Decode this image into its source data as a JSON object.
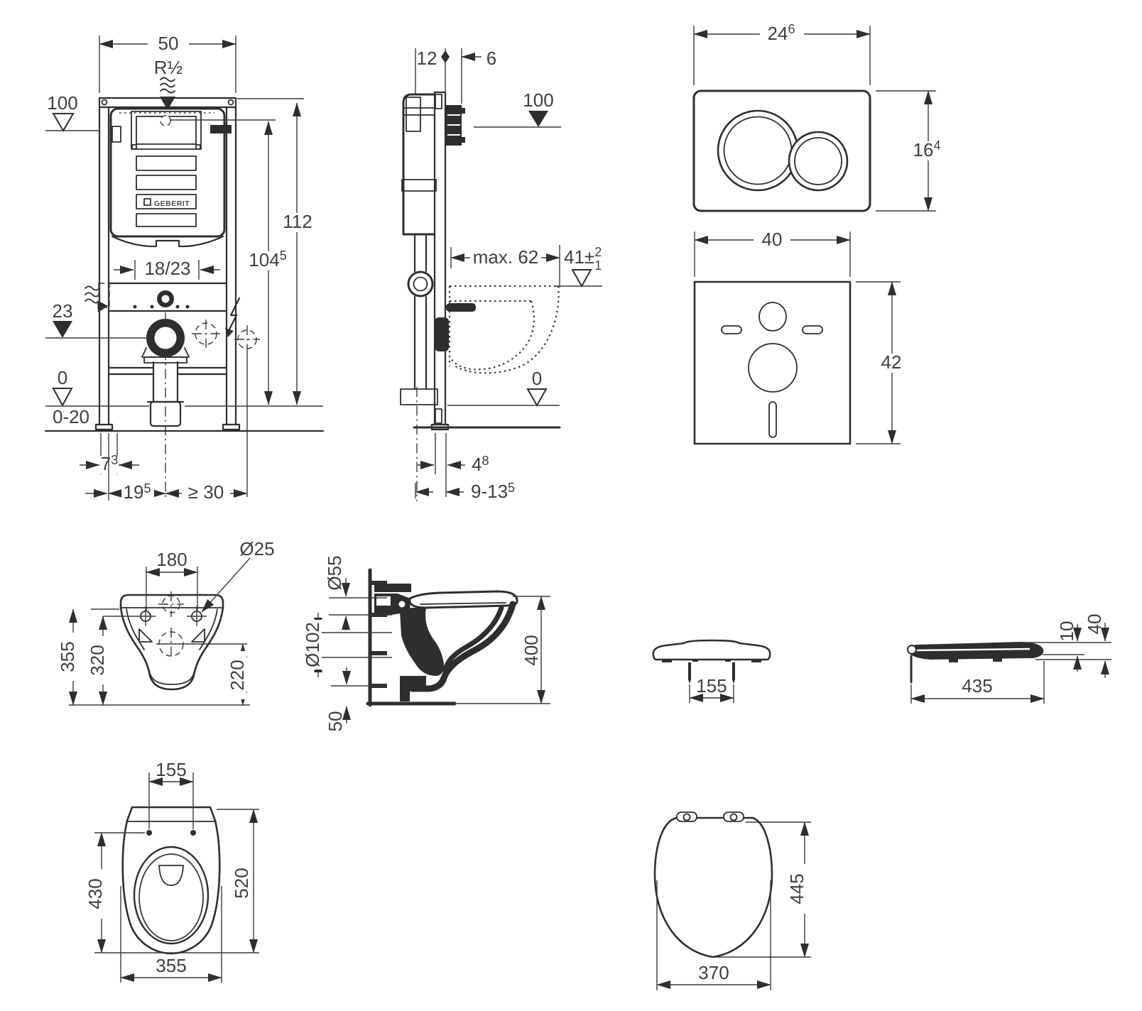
{
  "meta": {
    "background": "#ffffff",
    "line_color": "#2e2e2e",
    "text_color": "#3f3f3f"
  },
  "frame_front": {
    "width": "50",
    "inlet_thread": "R½",
    "level_100": "100",
    "height_total": "112",
    "height_1045_base": "104",
    "height_1045_sup": "5",
    "fixing_spacing": "18/23",
    "level_23": "23",
    "level_0": "0",
    "floor_range": "0-20",
    "offset_73_base": "7",
    "offset_73_sup": "3",
    "offset_195_base": "19",
    "offset_195_sup": "5",
    "min_side": "≥ 30",
    "brand": "GEBERIT"
  },
  "frame_side": {
    "depth_12": "12",
    "depth_6": "6",
    "level_100": "100",
    "max_depth": "max. 62",
    "tol_base": "41±",
    "tol_plus": "2",
    "tol_minus": "1",
    "level_0": "0",
    "d48_base": "4",
    "d48_sup": "8",
    "d9135_base": "9-13",
    "d9135_sup": "5"
  },
  "flush_plate": {
    "width_base": "24",
    "width_sup": "6",
    "height_base": "16",
    "height_sup": "4"
  },
  "sound_mat": {
    "width": "40",
    "height": "42"
  },
  "bowl_front": {
    "hole_spacing": "180",
    "hole_dia": "Ø25",
    "h355": "355",
    "h320": "320",
    "h220": "220"
  },
  "bowl_side": {
    "dia55": "Ø55",
    "dia102": "Ø102",
    "h400": "400",
    "gap50": "50"
  },
  "seat_front": {
    "hinge_spacing": "155"
  },
  "seat_side": {
    "t10": "10",
    "h40": "40",
    "len435": "435"
  },
  "bowl_top": {
    "hole_spacing": "155",
    "d430": "430",
    "d520": "520",
    "w355": "355"
  },
  "seat_top": {
    "len445": "445",
    "w370": "370"
  }
}
